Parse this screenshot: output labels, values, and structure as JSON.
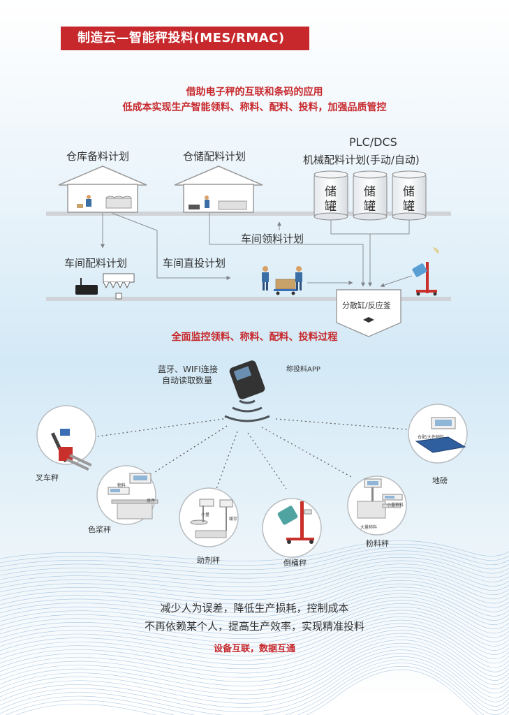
{
  "header": {
    "title": "制造云—智能秤投料(MES/RMAC)"
  },
  "intro": {
    "line1": "借助电子秤的互联和条码的应用",
    "line2": "低成本实现生产智能领料、称料、配料、投料，加强品质管控"
  },
  "flow": {
    "warehouse_prep": "仓库备料计划",
    "warehouse_dist": "仓储配料计划",
    "plc": "PLC/DCS",
    "machine_plan": "机械配料计划(手动/自动)",
    "tank_label_top": "储",
    "tank_label_bottom": "罐",
    "workshop_pick": "车间领料计划",
    "workshop_dist": "车间配料计划",
    "workshop_direct": "车间直投计划",
    "reactor": "分散缸/反应釜"
  },
  "monitor": {
    "heading": "全面监控领料、称料、配料、投料过程",
    "wireless": "蓝牙、WIFI连接",
    "auto_read": "自动读取数量",
    "app": "称投料APP"
  },
  "devices": {
    "forklift": "叉车秤",
    "color_paste": "色浆秤",
    "additive": "助剂秤",
    "drum": "倒桶秤",
    "powder": "粉料秤",
    "floor": "地磅",
    "tag_material": "物料",
    "tag_main": "原件",
    "tag_small": "小量",
    "tag_cache": "缓存",
    "tag_small_cache": "小量称料",
    "tag_big": "大量称料",
    "tag_floor": "仓配/大件物料"
  },
  "footer": {
    "line1": "减少人为误差，降低生产损耗，控制成本",
    "line2": "不再依赖某个人，提高生产效率，实现精准投料",
    "slogan": "设备互联，数据互通"
  },
  "colors": {
    "accent_red": "#c7282c",
    "line_gray": "#8a8f94",
    "wave_blue": "#5a8fbf"
  }
}
